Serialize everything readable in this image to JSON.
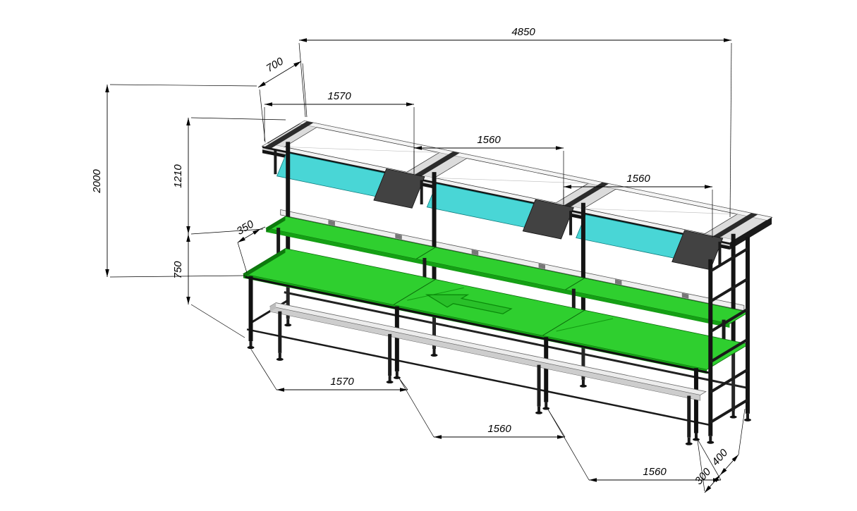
{
  "drawing": {
    "type": "isometric-cad-workbench",
    "dimensions": {
      "overall_length": "4850",
      "frame_depth": "700",
      "bay1_top": "1570",
      "bay2_top": "1560",
      "bay3_top": "1560",
      "overall_height": "2000",
      "upper_frame_height": "1210",
      "table_height": "750",
      "shelf_height": "350",
      "bay1_bottom": "1570",
      "bay2_bottom": "1560",
      "bay3_bottom": "1560",
      "right_offset_a": "300",
      "right_offset_b": "400"
    },
    "colors": {
      "worktop_green": "#2fcf2f",
      "light_panel_cyan": "#49d6d6",
      "frame_black": "#161616",
      "rail_gray": "#ececec",
      "dimension_black": "#000000"
    }
  }
}
